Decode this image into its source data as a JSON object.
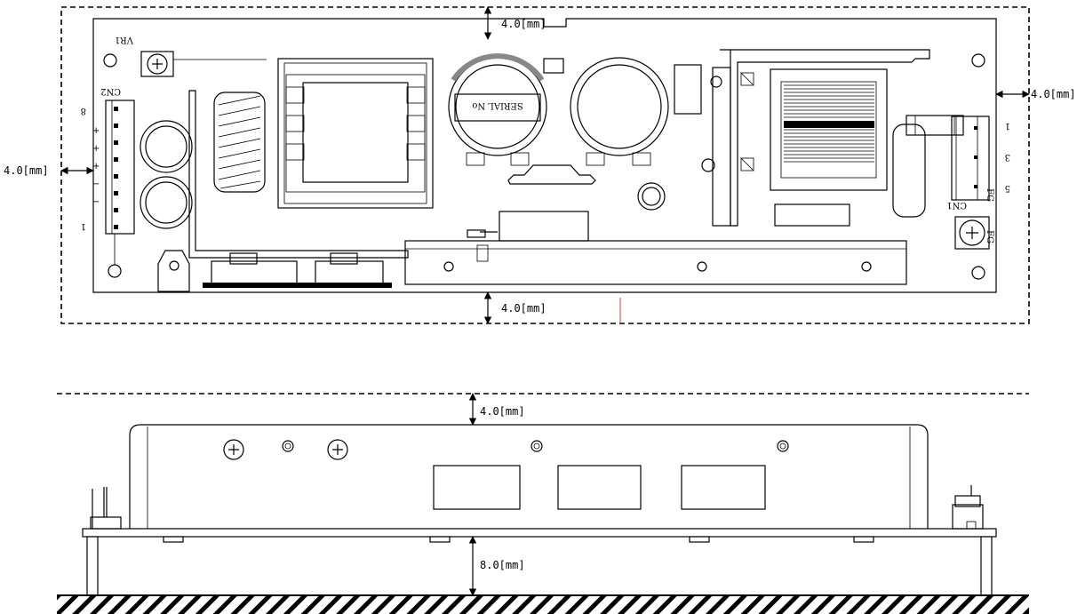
{
  "top_view": {
    "clearance_top": "4.0[mm]",
    "clearance_bottom": "4.0[mm]",
    "clearance_left": "4.0[mm]",
    "clearance_right": "4.0[mm]",
    "board_labels": {
      "vr1": "VR1",
      "cn2": "CN2",
      "cn1": "CN1",
      "serial": "SERIAL No",
      "cn2_pin_high": "8",
      "cn2_pin_low": "1",
      "cn1_pin_1": "1",
      "cn1_pin_3": "3",
      "cn1_pin_5": "5",
      "fg_a": "FG",
      "fg_b": "FG"
    }
  },
  "side_view": {
    "clearance_top": "4.0[mm]",
    "clearance_bottom": "8.0[mm]"
  }
}
